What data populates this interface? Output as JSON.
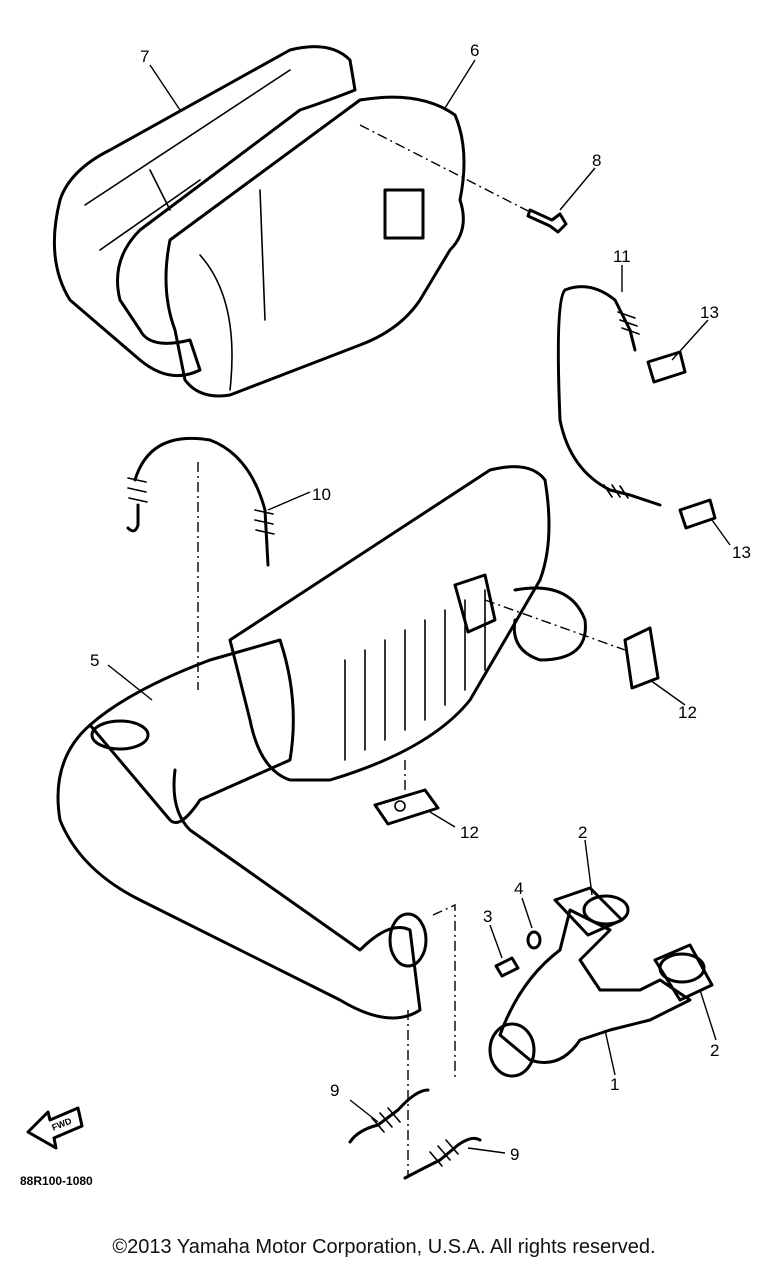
{
  "callouts": {
    "c1": "1",
    "c2a": "2",
    "c2b": "2",
    "c3": "3",
    "c4": "4",
    "c5": "5",
    "c6": "6",
    "c7": "7",
    "c8": "8",
    "c9a": "9",
    "c9b": "9",
    "c10": "10",
    "c11": "11",
    "c12a": "12",
    "c12b": "12",
    "c13a": "13",
    "c13b": "13"
  },
  "fwd_label": "FWD",
  "diagram_code": "88R100-1080",
  "copyright": "©2013 Yamaha Motor Corporation, U.S.A. All rights reserved."
}
